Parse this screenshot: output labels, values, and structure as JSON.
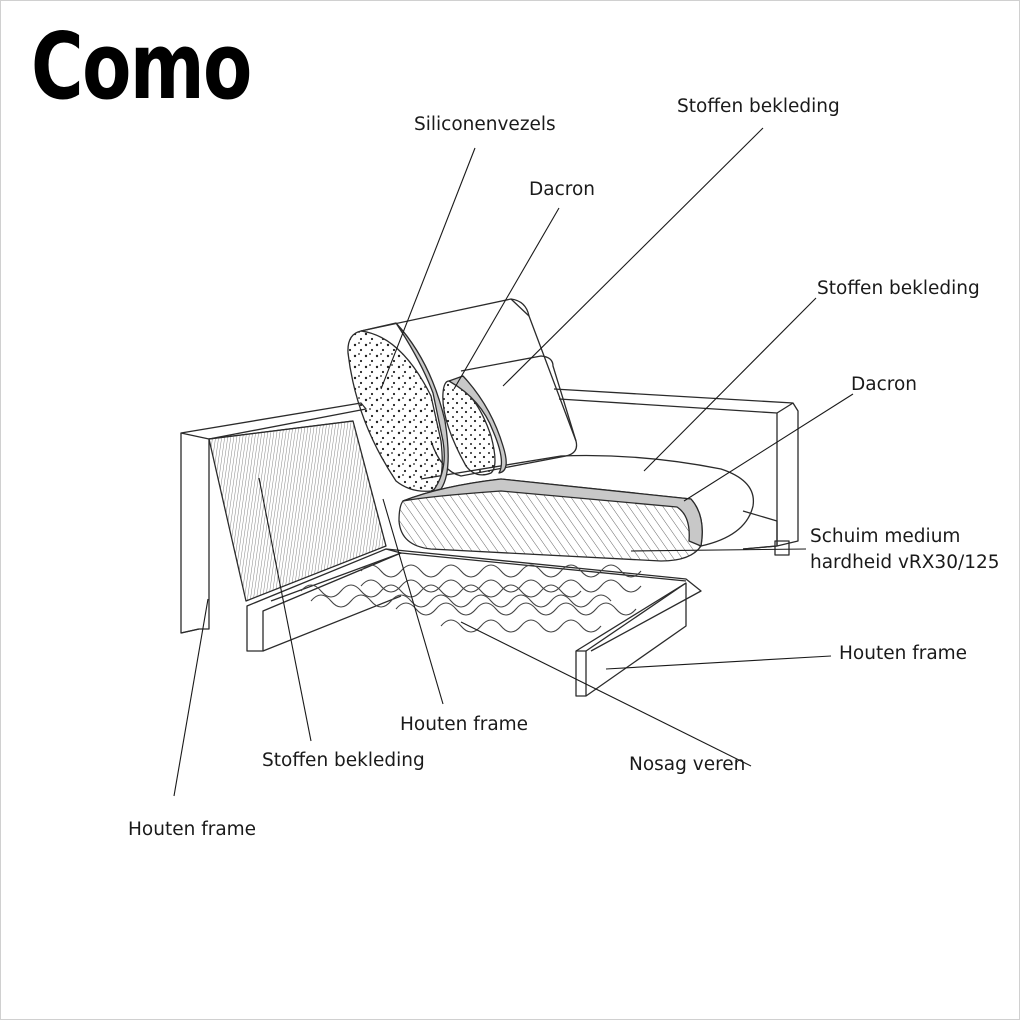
{
  "title": "Como",
  "labels": {
    "siliconenvezels": "Siliconenvezels",
    "stoffen_bekleding_back_cushion": "Stoffen bekleding",
    "dacron_back_cushion": "Dacron",
    "stoffen_bekleding_seat": "Stoffen bekleding",
    "dacron_seat": "Dacron",
    "schuim_line1": "Schuim medium",
    "schuim_line2": "hardheid vRX30/125",
    "houten_frame_front": "Houten frame",
    "houten_frame_inner": "Houten frame",
    "nosag_veren": "Nosag veren",
    "stoffen_bekleding_side": "Stoffen bekleding",
    "houten_frame_armrest": "Houten frame"
  },
  "colors": {
    "line": "#2b2b2b",
    "shaded_band": "#c8c8c8",
    "text": "#1a1a1a",
    "title": "#000000"
  }
}
